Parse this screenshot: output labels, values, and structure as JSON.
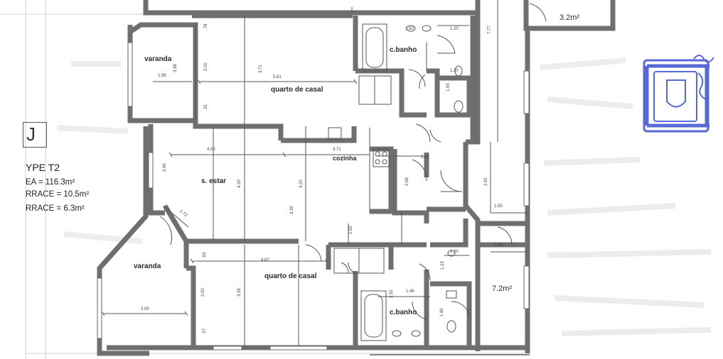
{
  "plan": {
    "type_letter": "J",
    "type_label": "YPE T2",
    "area_line": "EA = 116.3m²",
    "terrace1_line": "RRACE = 10.5m²",
    "terrace2_line": "RRACE = 6.3m²"
  },
  "rooms": {
    "varanda_top": "varanda",
    "quarto_top": "quarto de casal",
    "cbanho_top": "c.banho",
    "estar": "s. estar",
    "cozinha": "cozinha",
    "varanda_bottom": "varanda",
    "quarto_bottom": "quarto de casal",
    "cbanho_bottom": "c.banho",
    "area_top_right": "3.2m²",
    "area_bottom_right": "7.2m²"
  },
  "dims": {
    "d_1_50a": "1.50",
    "d_1_20a": "1.20",
    "d_7_77": "7.77",
    "d_1_95": "1.95",
    "d_3_38": "3.38",
    "d_2_00a": "2.00",
    "d_3_71a": "3.71",
    "d_5_61": "5.61",
    "d_1_30": "1.30",
    "d_1_55": "1.55",
    "d_78": ".78",
    "d_91": ".91",
    "d_4_00": "4.00",
    "d_3_71b": "3.71",
    "d_2_18": "2.18",
    "d_2_96": "2.96",
    "d_4_20a": "4.20",
    "d_3_39a": "3.39",
    "d_4_20b": "4.20",
    "d_2_08": "2.08",
    "d_2_92": "2.92",
    "d_1_72": "1.72",
    "d_1_92": "1.92",
    "d_1_50b": "1.50",
    "d_1_50c": "1.50",
    "d_4_87": "4.87",
    "d_63": ".63",
    "d_1_20b": "1.20",
    "d_1_23": "1.23",
    "d_2_00b": "2.00",
    "d_3_39b": "3.39",
    "d_3_05": "3.05",
    "d_2_52": "2.52",
    "d_1_46": "1.46",
    "d_1_80": "1.80",
    "d_57": ".57"
  },
  "colors": {
    "wall": "#7a7a7a",
    "line": "#555555",
    "stamp": "#3c4fd0",
    "paper": "#ffffff"
  }
}
